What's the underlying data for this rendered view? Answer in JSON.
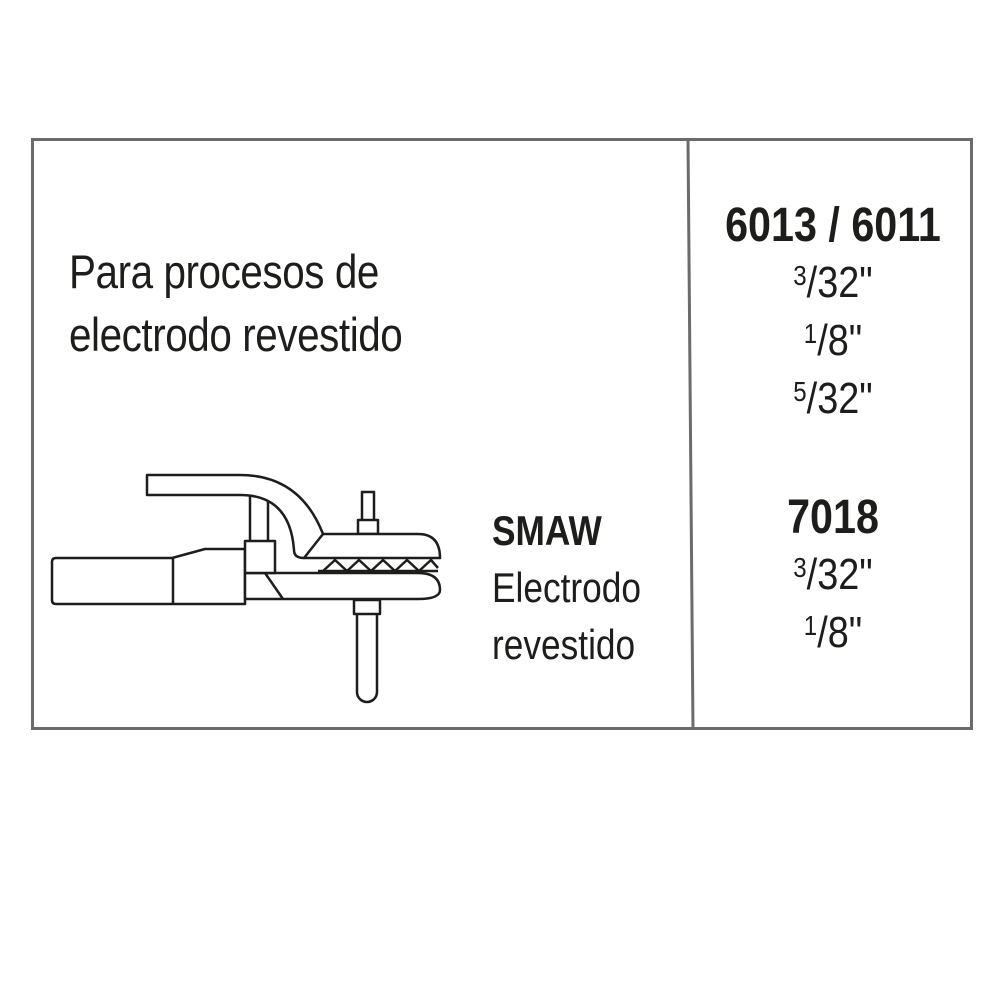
{
  "title": {
    "line1": "Para procesos de",
    "line2": "electrodo revestido"
  },
  "process": {
    "code": "SMAW",
    "line1": "Electrodo",
    "line2": "revestido"
  },
  "illustration": {
    "icon": "electrode-holder-icon",
    "description": "Electrode holder clamp with electrode"
  },
  "electrodes": [
    {
      "type": "6013 / 6011",
      "sizes": [
        {
          "num": "3",
          "rest": "/32\""
        },
        {
          "num": "1",
          "rest": "/8\""
        },
        {
          "num": "5",
          "rest": "/32\""
        }
      ]
    },
    {
      "type": "7018",
      "sizes": [
        {
          "num": "3",
          "rest": "/32\""
        },
        {
          "num": "1",
          "rest": "/8\""
        }
      ]
    }
  ],
  "colors": {
    "border": "#6b6b6b",
    "text": "#1d1d1b",
    "background": "#ffffff"
  }
}
